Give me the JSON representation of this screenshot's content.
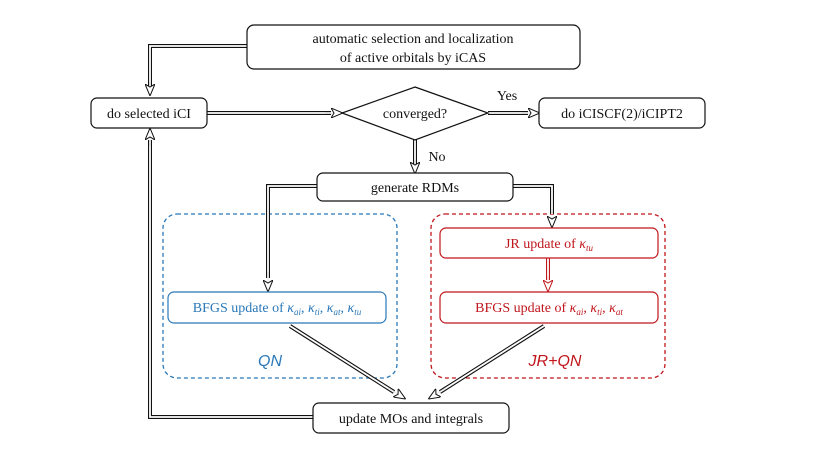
{
  "nodes": {
    "icas_line1": "automatic selection and localization",
    "icas_line2": "of active orbitals by iCAS",
    "selected_ci": "do selected iCI",
    "converged": "converged?",
    "iciscf": "do iCISCF(2)/iCIPT2",
    "generate_rdms": "generate RDMs",
    "bfgs_qn_prefix": "BFGS update of ",
    "jr_prefix": "JR update of ",
    "bfgs_jr_prefix": "BFGS update of ",
    "update_mos": "update MOs and integrals"
  },
  "labels": {
    "yes": "Yes",
    "no": "No",
    "qn": "QN",
    "jrqn": "JR+QN"
  },
  "symbols": {
    "kappa": "κ",
    "ai": "ai",
    "ti": "ti",
    "at": "at",
    "tu": "tu",
    "sep": ", "
  },
  "colors": {
    "blue": "#2a78b8",
    "red": "#c0161c",
    "black": "#111111"
  }
}
